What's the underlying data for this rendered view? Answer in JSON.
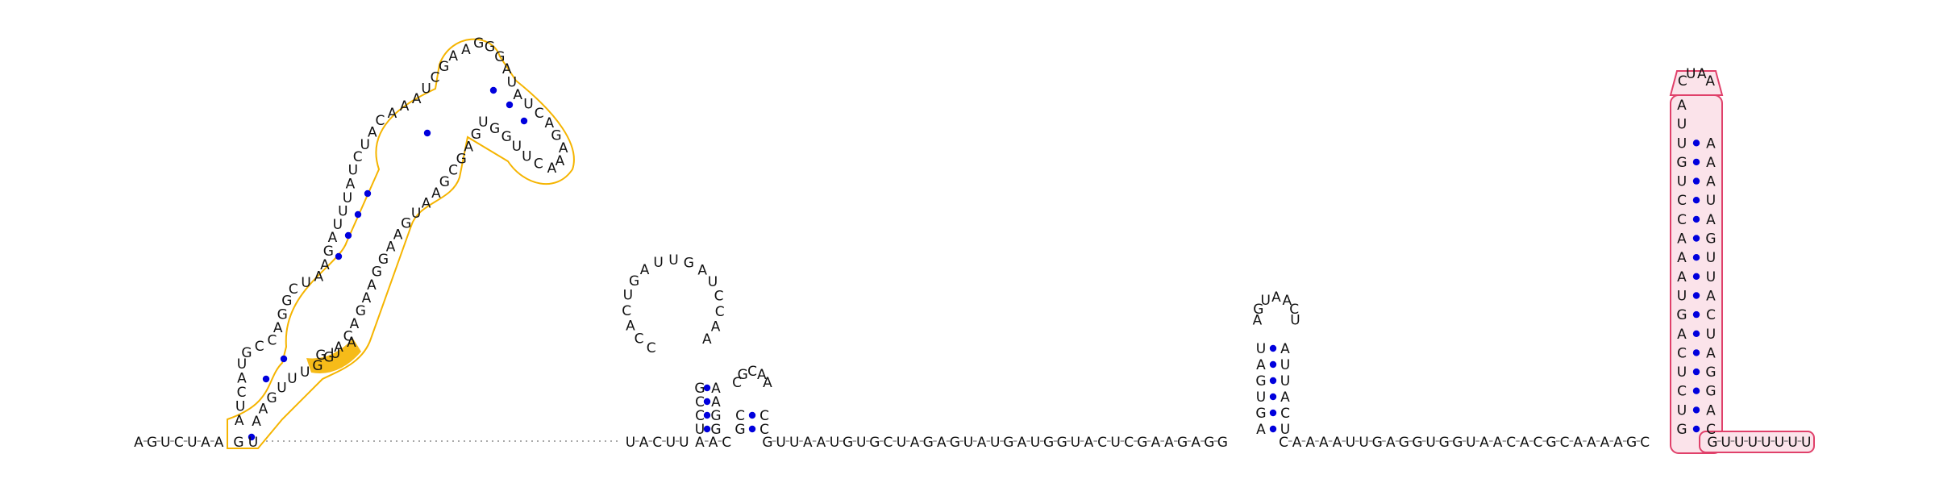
{
  "diagram": {
    "colors": {
      "background": "#ffffff",
      "base_text": "#111111",
      "backbone": "#555555",
      "pair_dot": "#0000dd",
      "domain1_outline": "#f5b400",
      "domain1_fill": "#ffffff",
      "domain1_highlight": "#f5b400",
      "domain2_outline": "#e0406a",
      "domain2_fill": "#fbe3ea"
    },
    "baseline": {
      "left": "AGUCUAA",
      "gap_after_left": "GU",
      "segment_a": "UACUU",
      "segment_b": "AAC",
      "segment_c": "GUUAAUGUGCUAGAGUAUGAUGGUACUCGAAGAGG",
      "segment_d": "CAAAAUUGAGGUGGUAACACGCAAAAGC",
      "tail": "GUUUUUUU"
    },
    "hairpin_small_left": {
      "stem_5": "UCCG",
      "stem_3": "GGAA",
      "loop": "CCACUGAUUGAUCCAA"
    },
    "hairpin_small_right": {
      "stem_5": "GC",
      "stem_3": "CC",
      "loop": "CGCAA"
    },
    "hairpin_mid": {
      "stem_5": "AGUGAU",
      "stem_3": "UCAUUA",
      "loop": "AGUAACU"
    },
    "hairpin_long": {
      "stem_5": "GUCUCAGUAAACCUGUUA",
      "stem_3": "CAGGAUCAUUGAUAAA",
      "loop": "CUAA"
    },
    "domain1_sequence": "AUCAUGCCAGGCUAAGAUUUAUCUACAAAUCGAAGGGAUAUCAGAAACUUGGUGAGCGAAUGAAGGAAGACAGGUUUGAA",
    "highlight_bases": "GUA"
  }
}
